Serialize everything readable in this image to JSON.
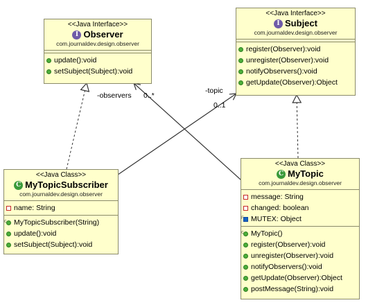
{
  "observer": {
    "stereotype": "<<Java Interface>>",
    "name": "Observer",
    "package": "com.journaldev.design.observer",
    "operations": [
      "update():void",
      "setSubject(Subject):void"
    ]
  },
  "subject": {
    "stereotype": "<<Java Interface>>",
    "name": "Subject",
    "package": "com.journaldev.design.observer",
    "operations": [
      "register(Observer):void",
      "unregister(Observer):void",
      "notifyObservers():void",
      "getUpdate(Observer):Object"
    ]
  },
  "subscriber": {
    "stereotype": "<<Java Class>>",
    "name": "MyTopicSubscriber",
    "package": "com.journaldev.design.observer",
    "attributes": [
      "name: String"
    ],
    "operations": [
      "MyTopicSubscriber(String)",
      "update():void",
      "setSubject(Subject):void"
    ]
  },
  "topic": {
    "stereotype": "<<Java Class>>",
    "name": "MyTopic",
    "package": "com.journaldev.design.observer",
    "attributes": [
      "message: String",
      "changed: boolean",
      "MUTEX: Object"
    ],
    "operations": [
      "MyTopic()",
      "register(Observer):void",
      "unregister(Observer):void",
      "notifyObservers():void",
      "getUpdate(Observer):Object",
      "postMessage(String):void"
    ]
  },
  "labels": {
    "observers_role": "-observers",
    "observers_mult": "0..*",
    "topic_role": "-topic",
    "topic_mult": "0..1"
  },
  "icons": {
    "interface_badge": "interface-icon",
    "class_badge": "class-icon",
    "operation": "public-method-icon",
    "attribute": "private-field-icon",
    "constructor": "constructor-icon",
    "final_field": "final-field-icon"
  }
}
